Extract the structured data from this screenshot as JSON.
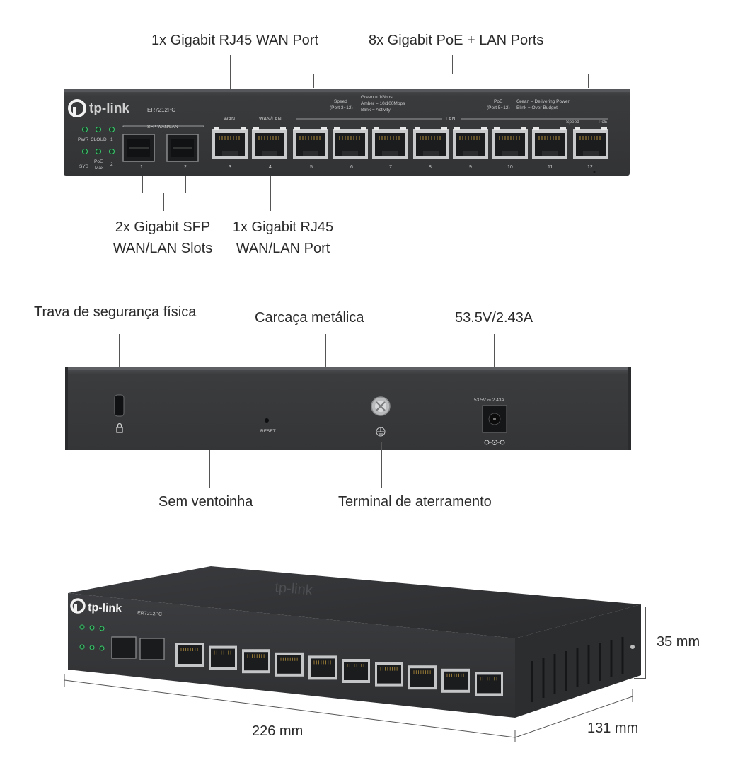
{
  "front": {
    "callouts": {
      "wan_port": "1x Gigabit RJ45 WAN Port",
      "poe_lan": "8x Gigabit PoE + LAN Ports",
      "sfp_line1": "2x Gigabit SFP",
      "sfp_line2": "WAN/LAN Slots",
      "rj45_line1": "1x Gigabit RJ45",
      "rj45_line2": "WAN/LAN Port"
    },
    "panel": {
      "brand": "tp-link",
      "model": "ER7212PC",
      "led_labels": [
        "PWR",
        "CLOUD",
        "1",
        "SYS",
        "PoE",
        "Max",
        "2"
      ],
      "sfp_group_label": "SFP WAN/LAN",
      "port_headers": [
        "WAN",
        "WAN/LAN",
        "LAN"
      ],
      "speed_legend": [
        "Speed",
        "(Port 3~12)",
        "Green  = 1Gbps",
        "Amber  = 10/100Mbps",
        "Blink   = Activity"
      ],
      "poe_legend": [
        "PoE",
        "(Port 5~12)",
        "Grean = Delivering Power",
        "Blink   = Over Budget"
      ],
      "led_key": [
        "Speed",
        "PoE"
      ],
      "port_numbers": [
        "1",
        "2",
        "3",
        "4",
        "5",
        "6",
        "7",
        "8",
        "9",
        "10",
        "11",
        "12"
      ]
    }
  },
  "rear": {
    "callouts": {
      "lock": "Trava de segurança física",
      "housing": "Carcaça metálica",
      "power": "53.5V/2.43A",
      "fanless": "Sem ventoinha",
      "ground": "Terminal de aterramento"
    },
    "panel": {
      "reset": "RESET",
      "power_rating": "53.5V ⎓ 2.43A"
    }
  },
  "dimensions": {
    "height": "35 mm",
    "width": "226 mm",
    "depth": "131 mm"
  },
  "colors": {
    "chassis": "#3a3b3d",
    "chassis_dark": "#2b2c2e",
    "led_green": "#3bd16f",
    "text_gray": "#2a2a2a"
  }
}
